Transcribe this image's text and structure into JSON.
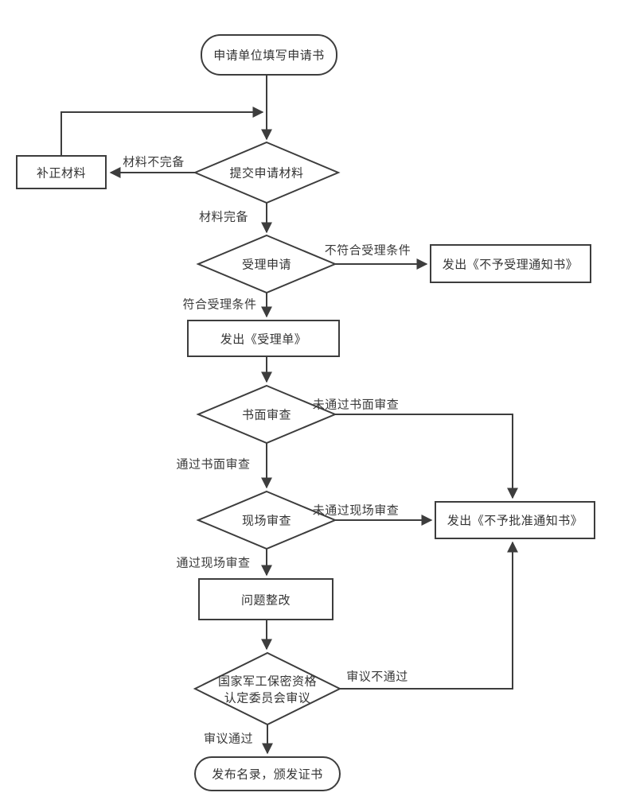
{
  "flowchart": {
    "nodes": {
      "start": {
        "type": "terminator",
        "label": "申请单位填写申请书"
      },
      "submit": {
        "type": "decision",
        "label": "提交申请材料"
      },
      "correct": {
        "type": "process",
        "label": "补正材料"
      },
      "accept": {
        "type": "decision",
        "label": "受理申请"
      },
      "reject_accept": {
        "type": "process",
        "label": "发出《不予受理通知书》"
      },
      "acceptance_form": {
        "type": "process",
        "label": "发出《受理单》"
      },
      "written_review": {
        "type": "decision",
        "label": "书面审查"
      },
      "onsite_review": {
        "type": "decision",
        "label": "现场审查"
      },
      "reject_approve": {
        "type": "process",
        "label": "发出《不予批准通知书》"
      },
      "rectify": {
        "type": "process",
        "label": "问题整改"
      },
      "committee": {
        "type": "decision",
        "label_line1": "国家军工保密资格",
        "label_line2": "认定委员会审议"
      },
      "end": {
        "type": "terminator",
        "label": "发布名录，颁发证书"
      }
    },
    "edge_labels": {
      "incomplete": "材料不完备",
      "complete": "材料完备",
      "not_meet": "不符合受理条件",
      "meet": "符合受理条件",
      "fail_written": "未通过书面审查",
      "pass_written": "通过书面审查",
      "fail_onsite": "未通过现场审查",
      "pass_onsite": "通过现场审查",
      "fail_review": "审议不通过",
      "pass_review": "审议通过"
    },
    "colors": {
      "line": "#3d3d3d",
      "text": "#333333",
      "node_fill": "#ffffff",
      "background": "#ffffff"
    }
  }
}
